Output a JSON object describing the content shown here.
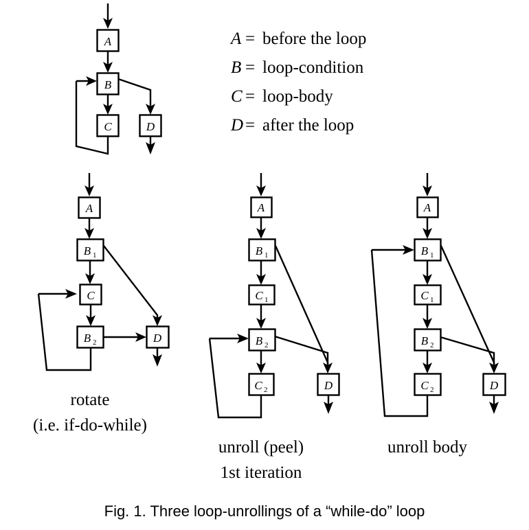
{
  "figure": {
    "caption": "Fig. 1.  Three loop-unrollings of a “while-do” loop"
  },
  "legend": {
    "entries": [
      {
        "var": "A",
        "eq": "=",
        "text": "before the loop"
      },
      {
        "var": "B",
        "eq": "=",
        "text": "loop-condition"
      },
      {
        "var": "C",
        "eq": "=",
        "text": "loop-body"
      },
      {
        "var": "D",
        "eq": "=",
        "text": "after the loop"
      }
    ]
  },
  "diagrams": [
    {
      "id": "original-while-do-loop",
      "caption_lines": [],
      "nodes": [
        {
          "id": "A",
          "label": "A",
          "sub": ""
        },
        {
          "id": "B",
          "label": "B",
          "sub": ""
        },
        {
          "id": "C",
          "label": "C",
          "sub": ""
        },
        {
          "id": "D",
          "label": "D",
          "sub": ""
        }
      ],
      "edges": [
        {
          "from": "entry",
          "to": "A"
        },
        {
          "from": "A",
          "to": "B"
        },
        {
          "from": "B",
          "to": "C"
        },
        {
          "from": "B",
          "to": "D"
        },
        {
          "from": "C",
          "to": "B",
          "kind": "back-edge"
        },
        {
          "from": "D",
          "to": "exit"
        }
      ]
    },
    {
      "id": "rotate",
      "caption_lines": [
        "rotate",
        "(i.e. if-do-while)"
      ],
      "nodes": [
        {
          "id": "A",
          "label": "A",
          "sub": ""
        },
        {
          "id": "B1",
          "label": "B",
          "sub": "1"
        },
        {
          "id": "C",
          "label": "C",
          "sub": ""
        },
        {
          "id": "B2",
          "label": "B",
          "sub": "2"
        },
        {
          "id": "D",
          "label": "D",
          "sub": ""
        }
      ],
      "edges": [
        {
          "from": "entry",
          "to": "A"
        },
        {
          "from": "A",
          "to": "B1"
        },
        {
          "from": "B1",
          "to": "C"
        },
        {
          "from": "B1",
          "to": "D"
        },
        {
          "from": "C",
          "to": "B2"
        },
        {
          "from": "B2",
          "to": "D"
        },
        {
          "from": "B2",
          "to": "C",
          "kind": "back-edge"
        },
        {
          "from": "D",
          "to": "exit"
        }
      ]
    },
    {
      "id": "unroll-peel",
      "caption_lines": [
        "unroll (peel)",
        "1st iteration"
      ],
      "nodes": [
        {
          "id": "A",
          "label": "A",
          "sub": ""
        },
        {
          "id": "B1",
          "label": "B",
          "sub": "1"
        },
        {
          "id": "C1",
          "label": "C",
          "sub": "1"
        },
        {
          "id": "B2",
          "label": "B",
          "sub": "2"
        },
        {
          "id": "C2",
          "label": "C",
          "sub": "2"
        },
        {
          "id": "D",
          "label": "D",
          "sub": ""
        }
      ],
      "edges": [
        {
          "from": "entry",
          "to": "A"
        },
        {
          "from": "A",
          "to": "B1"
        },
        {
          "from": "B1",
          "to": "C1"
        },
        {
          "from": "B1",
          "to": "D"
        },
        {
          "from": "C1",
          "to": "B2"
        },
        {
          "from": "B2",
          "to": "C2"
        },
        {
          "from": "B2",
          "to": "D"
        },
        {
          "from": "C2",
          "to": "B2",
          "kind": "back-edge"
        },
        {
          "from": "D",
          "to": "exit"
        }
      ]
    },
    {
      "id": "unroll-body",
      "caption_lines": [
        "unroll body"
      ],
      "nodes": [
        {
          "id": "A",
          "label": "A",
          "sub": ""
        },
        {
          "id": "B1",
          "label": "B",
          "sub": "1"
        },
        {
          "id": "C1",
          "label": "C",
          "sub": "1"
        },
        {
          "id": "B2",
          "label": "B",
          "sub": "2"
        },
        {
          "id": "C2",
          "label": "C",
          "sub": "2"
        },
        {
          "id": "D",
          "label": "D",
          "sub": ""
        }
      ],
      "edges": [
        {
          "from": "entry",
          "to": "A"
        },
        {
          "from": "A",
          "to": "B1"
        },
        {
          "from": "B1",
          "to": "C1"
        },
        {
          "from": "B1",
          "to": "D"
        },
        {
          "from": "C1",
          "to": "B2"
        },
        {
          "from": "B2",
          "to": "C2"
        },
        {
          "from": "B2",
          "to": "D"
        },
        {
          "from": "C2",
          "to": "B1",
          "kind": "back-edge"
        },
        {
          "from": "D",
          "to": "exit"
        }
      ]
    }
  ],
  "colors": {
    "ink": "#000000",
    "paper": "#ffffff"
  }
}
